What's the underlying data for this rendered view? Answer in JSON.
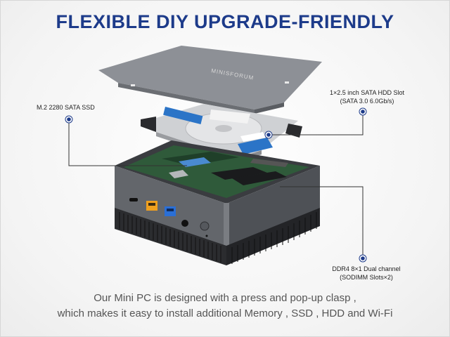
{
  "headline": "FLEXIBLE DIY UPGRADE-FRIENDLY",
  "brand_logo_text": "MINISFORUM",
  "callouts": {
    "ssd": "M.2 2280 SATA SSD",
    "hdd_line1": "1×2.5 inch SATA HDD Slot",
    "hdd_line2": "(SATA 3.0 6.0Gb/s)",
    "ram_line1": "DDR4 8×1 Dual channel",
    "ram_line2": "(SODIMM Slots×2)"
  },
  "caption": {
    "line1": "Our Mini PC is designed with a press and pop-up clasp ,",
    "line2": "which makes it easy to install additional Memory , SSD , HDD and Wi-Fi"
  },
  "colors": {
    "headline": "#1d3b8a",
    "callout_dot": "#1d3b8a",
    "chassis": "#5f6368",
    "lid": "#8d9096",
    "usb_orange": "#f0a01e",
    "usb_blue": "#2a6fd6",
    "hdd_label": "#2b74c7"
  }
}
